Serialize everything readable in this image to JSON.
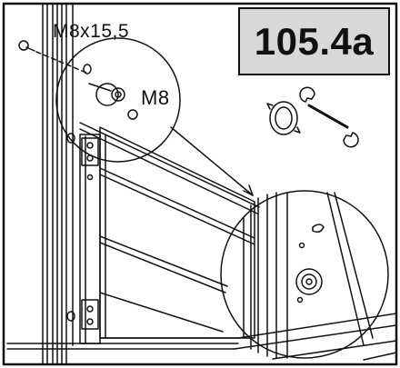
{
  "diagram": {
    "step_number": "105.4a",
    "bolt_label": "M8x15,5",
    "nut_label": "M8",
    "tools": [
      "rotate-icon",
      "wrench-icon"
    ],
    "colors": {
      "line": "#111111",
      "step_box_fill": "#d8d8d8",
      "background": "#ffffff"
    }
  }
}
